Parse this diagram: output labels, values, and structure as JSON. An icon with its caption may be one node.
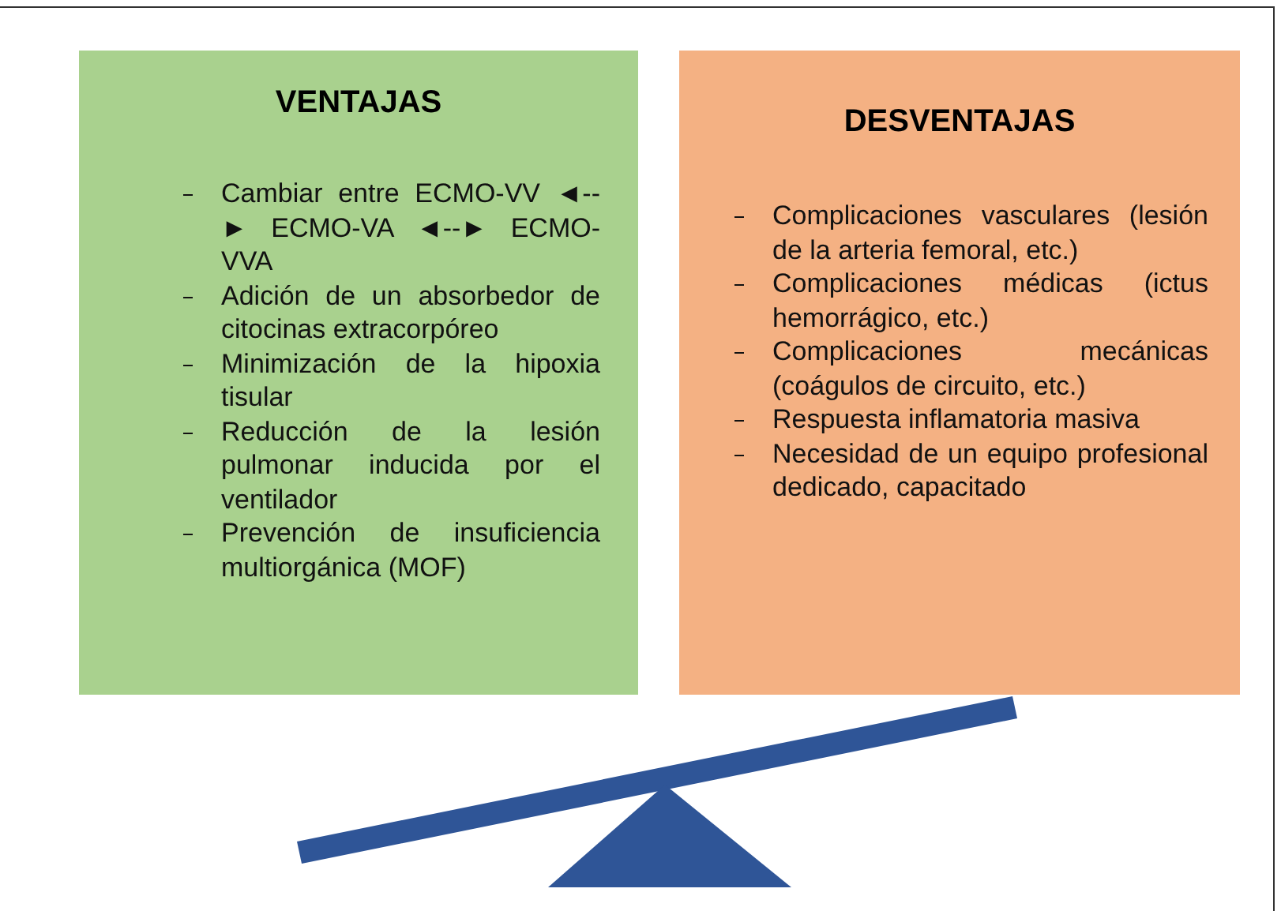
{
  "diagram": {
    "nodes": [
      {
        "text": [
          "VENTAJAS",
          "Cambiar entre ECMO-VV ◄--► ECMO-VA ◄--► ECMO-VVA",
          "Adición de un absorbedor de citocinas extracorpóreo",
          "Minimización de la hipoxia tisular",
          "Reducción de la lesión pulmonar inducida por el ventilador",
          "Prevención de insuficiencia multiorgánica (MOF)"
        ]
      },
      {
        "text": [
          "DESVENTAJAS",
          "Complicaciones vasculares (lesión de la arteria femoral, etc.)",
          "Complicaciones médicas (ictus hemorrágico, etc.)",
          "Complicaciones mecánicas (coágulos de circuito, etc.)",
          "Respuesta inflamatoria masiva",
          "Necesidad de un equipo profesional dedicado, capacitado"
        ]
      }
    ],
    "edges": []
  }
}
